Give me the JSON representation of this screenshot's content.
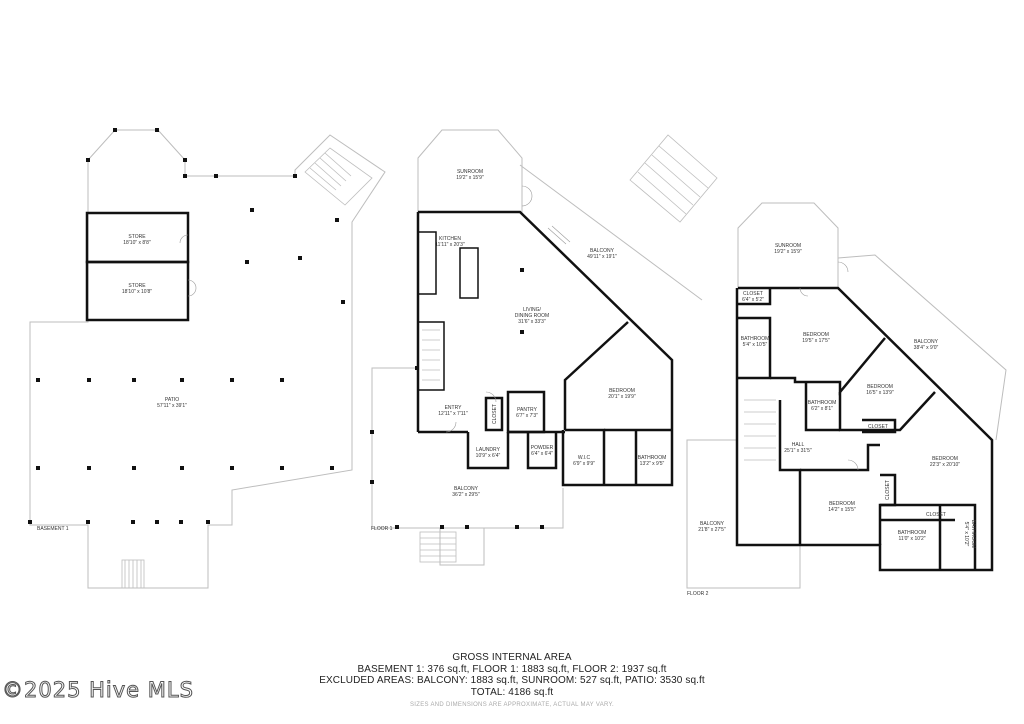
{
  "rooms": {
    "store_1": {
      "name": "STORE",
      "dim": "18'10\" x 8'8\""
    },
    "store_2": {
      "name": "STORE",
      "dim": "18'10\" x 10'8\""
    },
    "patio": {
      "name": "PATIO",
      "dim": "57'11\" x 39'1\""
    },
    "sunroom_1": {
      "name": "SUNROOM",
      "dim": "19'2\" x 15'9\""
    },
    "kitchen": {
      "name": "KITCHEN",
      "dim": "11'11\" x 20'3\""
    },
    "balcony_1a": {
      "name": "BALCONY",
      "dim": "49'11\" x 19'1\""
    },
    "living": {
      "name": "LIVING/",
      "name2": "DINING ROOM",
      "dim": "31'6\" x 33'3\""
    },
    "entry": {
      "name": "ENTRY",
      "dim": "12'11\" x 7'11\""
    },
    "closet_1": {
      "name": "CLOSET"
    },
    "pantry": {
      "name": "PANTRY",
      "dim": "6'7\" x 7'3\""
    },
    "bedroom_1": {
      "name": "BEDROOM",
      "dim": "20'1\" x 19'9\""
    },
    "laundry": {
      "name": "LAUNDRY",
      "dim": "10'9\" x 6'4\""
    },
    "powder": {
      "name": "POWDER",
      "dim": "6'4\" x 6'4\""
    },
    "wic": {
      "name": "W.I.C",
      "dim": "6'9\" x 9'9\""
    },
    "bathroom_1": {
      "name": "BATHROOM",
      "dim": "13'2\" x 9'5\""
    },
    "balcony_1b": {
      "name": "BALCONY",
      "dim": "36'2\" x 29'5\""
    },
    "sunroom_2": {
      "name": "SUNROOM",
      "dim": "19'2\" x 15'9\""
    },
    "closet_2": {
      "name": "CLOSET",
      "dim": "6'4\" x 5'2\""
    },
    "bedroom_2": {
      "name": "BEDROOM",
      "dim": "19'5\" x 17'5\""
    },
    "bathroom_2": {
      "name": "BATHROOM",
      "dim": "5'4\" x 10'5\""
    },
    "balcony_2a": {
      "name": "BALCONY",
      "dim": "38'4\" x 9'0\""
    },
    "bedroom_3": {
      "name": "BEDROOM",
      "dim": "16'5\" x 13'9\""
    },
    "bathroom_3": {
      "name": "BATHROOM",
      "dim": "6'2\" x 8'1\""
    },
    "closet_3": {
      "name": "CLOSET"
    },
    "hall": {
      "name": "HALL",
      "dim": "25'1\" x 31'5\""
    },
    "bedroom_4": {
      "name": "BEDROOM",
      "dim": "22'3\" x 20'10\""
    },
    "closet_4": {
      "name": "CLOSET"
    },
    "bedroom_5": {
      "name": "BEDROOM",
      "dim": "14'2\" x 15'5\""
    },
    "closet_5": {
      "name": "CLOSET"
    },
    "bathroom_4": {
      "name": "BATHROOM",
      "dim": "11'0\" x 10'2\""
    },
    "bathroom_5": {
      "name": "BATHROOM",
      "dim": "5'4\" x 10'2\""
    },
    "balcony_2b": {
      "name": "BALCONY",
      "dim": "21'8\" x 27'5\""
    }
  },
  "floor_labels": {
    "basement": "BASEMENT 1",
    "floor1": "FLOOR 1",
    "floor2": "FLOOR 2"
  },
  "footer": {
    "heading": "GROSS INTERNAL AREA",
    "line1": "BASEMENT 1: 376 sq.ft, FLOOR 1: 1883 sq.ft, FLOOR 2: 1937 sq.ft",
    "line2": "EXCLUDED AREAS: BALCONY: 1883 sq.ft, SUNROOM: 527 sq.ft, PATIO: 3530 sq.ft",
    "total": "TOTAL: 4186 sq.ft",
    "disclaimer": "SIZES AND DIMENSIONS ARE APPROXIMATE, ACTUAL MAY VARY."
  },
  "watermark": "©2025 Hive MLS",
  "colors": {
    "wall": "#111111",
    "outline": "#bdbdbd",
    "post": "#111111"
  }
}
